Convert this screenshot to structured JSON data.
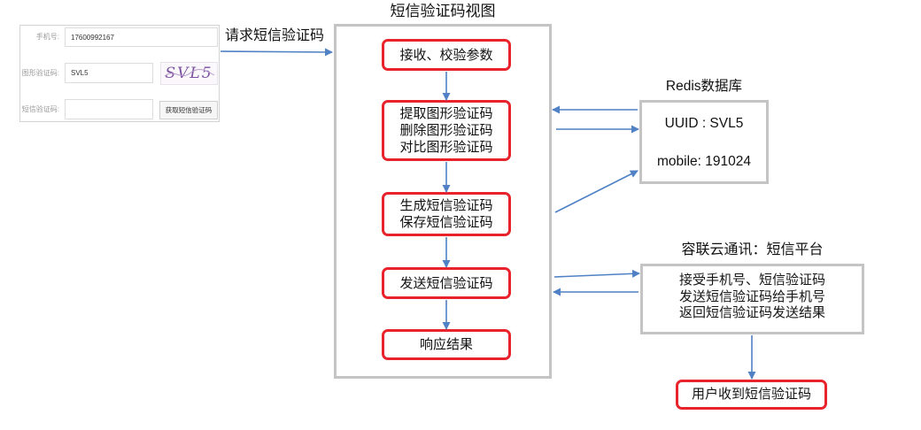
{
  "form": {
    "phone_label": "手机号:",
    "phone_value": "17600992167",
    "image_code_label": "图形验证码:",
    "image_code_value": "SVL5",
    "captcha_text": "SVL5",
    "sms_code_label": "短信验证码:",
    "get_sms_button": "获取短信验证码"
  },
  "request_label": "请求短信验证码",
  "view": {
    "title": "短信验证码视图",
    "steps": [
      {
        "lines": [
          "接收、校验参数"
        ]
      },
      {
        "lines": [
          "提取图形验证码",
          "删除图形验证码",
          "对比图形验证码"
        ]
      },
      {
        "lines": [
          "生成短信验证码",
          "保存短信验证码"
        ]
      },
      {
        "lines": [
          "发送短信验证码"
        ]
      },
      {
        "lines": [
          "响应结果"
        ]
      }
    ]
  },
  "redis": {
    "title": "Redis数据库",
    "lines": [
      "UUID : SVL5",
      "mobile: 191024"
    ]
  },
  "sms_platform": {
    "title": "容联云通讯：短信平台",
    "lines": [
      "接受手机号、短信验证码",
      "发送短信验证码给手机号",
      "返回短信验证码发送结果"
    ]
  },
  "user_result": "用户收到短信验证码",
  "colors": {
    "step_border": "#e8232b",
    "box_border": "#c4c4c4",
    "arrow": "#4f81c4",
    "captcha_text": "#7b4fa0"
  }
}
